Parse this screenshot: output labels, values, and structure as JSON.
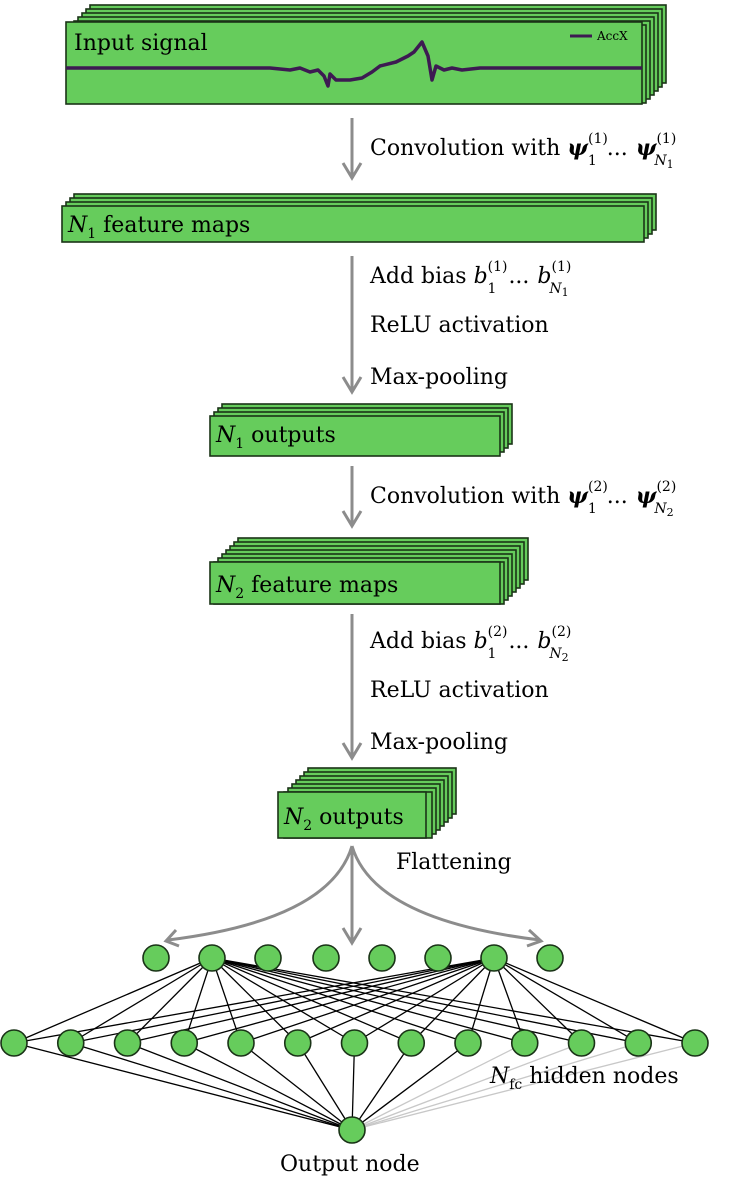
{
  "diagram": {
    "input_signal": {
      "title": "Input signal",
      "legend_label": "AccX",
      "signal_color": "#3d1a52"
    },
    "step1_label": {
      "text": "Convolution with ",
      "glyph": "ψ",
      "sup": "(1)",
      "sub_first": "1",
      "dots": "...",
      "sub_last": "N",
      "sub_last_sub": "1"
    },
    "n1_feature_maps": {
      "var": "N",
      "sub": "1",
      "text": " feature maps"
    },
    "step2_label": {
      "text": "Add bias ",
      "var": "b",
      "sup": "(1)",
      "sub_first": "1",
      "dots": "...",
      "sub_last": "N",
      "sub_last_sub": "1"
    },
    "step2_relu": "ReLU activation",
    "step2_pool": "Max-pooling",
    "n1_outputs": {
      "var": "N",
      "sub": "1",
      "text": " outputs"
    },
    "step3_label": {
      "text": "Convolution with ",
      "glyph": "ψ",
      "sup": "(2)",
      "sub_first": "1",
      "dots": "...",
      "sub_last": "N",
      "sub_last_sub": "2"
    },
    "n2_feature_maps": {
      "var": "N",
      "sub": "2",
      "text": " feature maps"
    },
    "step4_label": {
      "text": "Add bias ",
      "var": "b",
      "sup": "(2)",
      "sub_first": "1",
      "dots": "...",
      "sub_last": "N",
      "sub_last_sub": "2"
    },
    "step4_relu": "ReLU activation",
    "step4_pool": "Max-pooling",
    "n2_outputs": {
      "var": "N",
      "sub": "2",
      "text": " outputs"
    },
    "flattening": "Flattening",
    "hidden_label": {
      "var": "N",
      "sub": "fc",
      "text": " hidden nodes"
    },
    "output_label": "Output node",
    "colors": {
      "box_fill": "#66cc5c",
      "box_stroke": "#1a3317",
      "arrow": "#8c8c8c",
      "edge": "#000000",
      "edge_light": "#c8c8c8"
    }
  }
}
